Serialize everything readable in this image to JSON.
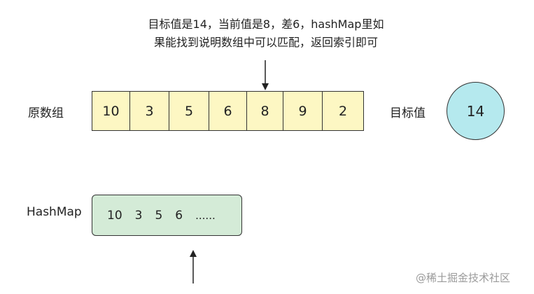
{
  "caption": {
    "line1": "目标值是14，当前值是8，差6，hashMap里如",
    "line2": "果能找到说明数组中可以匹配，返回索引即可"
  },
  "array": {
    "label": "原数组",
    "values": [
      "10",
      "3",
      "5",
      "6",
      "8",
      "9",
      "2"
    ]
  },
  "target": {
    "label": "目标值",
    "value": "14"
  },
  "hashmap": {
    "label": "HashMap",
    "items": [
      "10",
      "3",
      "5",
      "6",
      "......"
    ]
  },
  "watermark": "@稀土掘金技术社区",
  "colors": {
    "array_fill": "#fdf7c3",
    "circle_fill": "#b5e9ee",
    "hashmap_fill": "#d4ebd7",
    "stroke": "#333333"
  }
}
